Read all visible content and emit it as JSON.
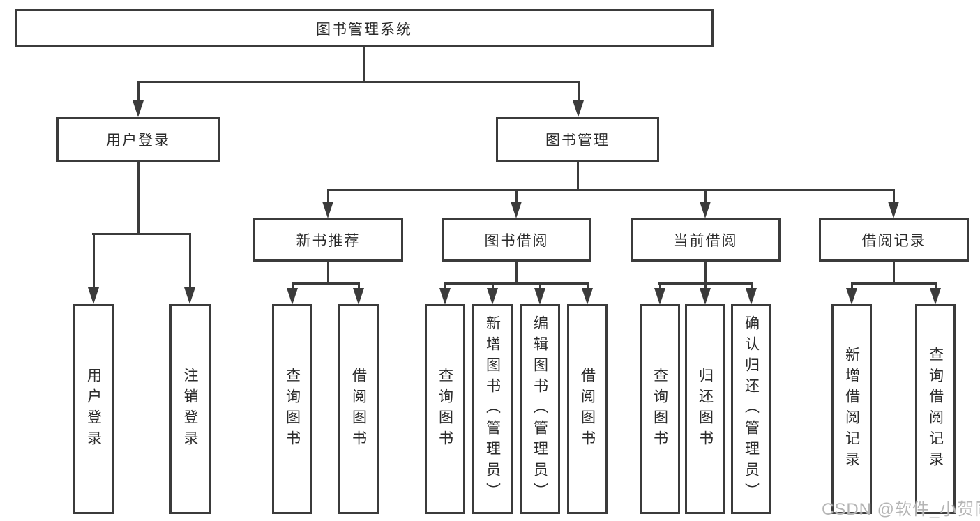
{
  "colors": {
    "line": "#3b3b3b",
    "text": "#2b2b2b",
    "fill": "#ffffff",
    "watermark": "#b5b5b5"
  },
  "watermark": {
    "text": "CSDN @软件_小贺同学"
  },
  "nodes": {
    "root": {
      "label": "图书管理系统"
    },
    "level2": [
      {
        "label": "用户登录"
      },
      {
        "label": "图书管理"
      }
    ],
    "level3": [
      {
        "parent": "图书管理",
        "label": "新书推荐"
      },
      {
        "parent": "图书管理",
        "label": "图书借阅"
      },
      {
        "parent": "图书管理",
        "label": "当前借阅"
      },
      {
        "parent": "图书管理",
        "label": "借阅记录"
      }
    ],
    "leaves": [
      {
        "parent": "用户登录",
        "label": "用户登录"
      },
      {
        "parent": "用户登录",
        "label": "注销登录"
      },
      {
        "parent": "新书推荐",
        "label": "查询图书"
      },
      {
        "parent": "新书推荐",
        "label": "借阅图书"
      },
      {
        "parent": "图书借阅",
        "label": "查询图书"
      },
      {
        "parent": "图书借阅",
        "label": "新增图书（管理员）"
      },
      {
        "parent": "图书借阅",
        "label": "编辑图书（管理员）"
      },
      {
        "parent": "图书借阅",
        "label": "借阅图书"
      },
      {
        "parent": "当前借阅",
        "label": "查询图书"
      },
      {
        "parent": "当前借阅",
        "label": "归还图书"
      },
      {
        "parent": "当前借阅",
        "label": "确认归还（管理员）"
      },
      {
        "parent": "借阅记录",
        "label": "新增借阅记录"
      },
      {
        "parent": "借阅记录",
        "label": "查询借阅记录"
      }
    ]
  }
}
